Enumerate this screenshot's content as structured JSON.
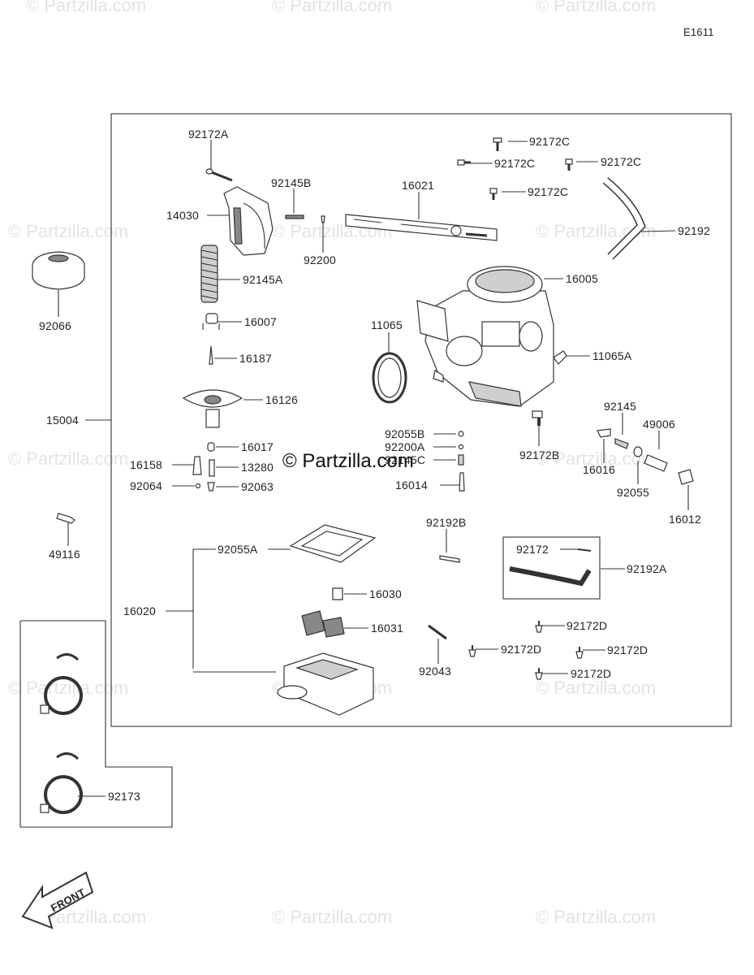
{
  "diagram_code": "E1611",
  "watermark_text": "© Partzilla.com",
  "brand_text": "© Partzilla.com",
  "front_label": "FRONT",
  "labels": {
    "p92172A": "92172A",
    "p92172C_1": "92172C",
    "p92172C_2": "92172C",
    "p92172C_3": "92172C",
    "p92172C_4": "92172C",
    "p92145B": "92145B",
    "p16021": "16021",
    "p14030": "14030",
    "p92200": "92200",
    "p92192": "92192",
    "p92066": "92066",
    "p92145A": "92145A",
    "p16005": "16005",
    "p16007": "16007",
    "p11065": "11065",
    "p16187": "16187",
    "p11065A": "11065A",
    "p16126": "16126",
    "p92145": "92145",
    "p15004": "15004",
    "p92055B": "92055B",
    "p49006": "49006",
    "p92200A": "92200A",
    "p92172B": "92172B",
    "p16017": "16017",
    "p92145C": "92145C",
    "p16158": "16158",
    "p13280": "13280",
    "p16016": "16016",
    "p92064": "92064",
    "p92063": "92063",
    "p16014": "16014",
    "p92055": "92055",
    "p16012": "16012",
    "p49116": "49116",
    "p92192B": "92192B",
    "p92172": "92172",
    "p92055A": "92055A",
    "p92192A": "92192A",
    "p16030": "16030",
    "p16020": "16020",
    "p16031": "16031",
    "p92172D_1": "92172D",
    "p92172D_2": "92172D",
    "p92172D_3": "92172D",
    "p92172D_4": "92172D",
    "p92043": "92043",
    "p92173": "92173"
  }
}
